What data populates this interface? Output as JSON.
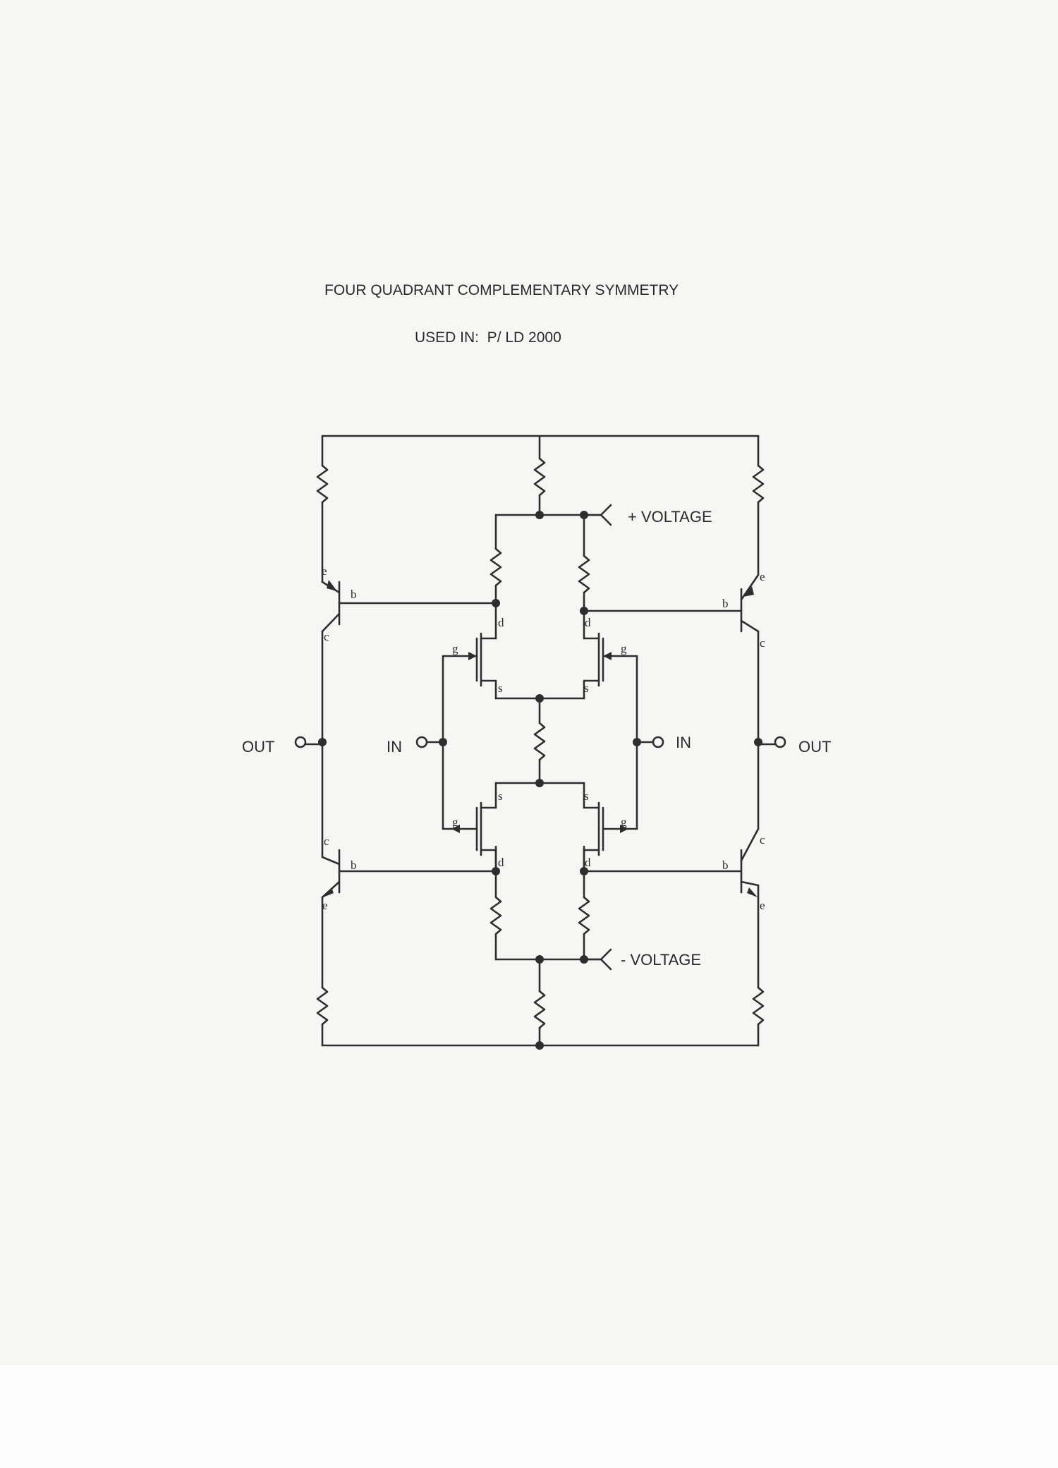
{
  "document": {
    "title": "FOUR QUADRANT COMPLEMENTARY SYMMETRY",
    "used_in": "USED IN:  P/ LD 2000"
  },
  "schematic": {
    "labels": {
      "pos_voltage": "+ VOLTAGE",
      "neg_voltage": "- VOLTAGE",
      "in_left": "IN",
      "in_right": "IN",
      "out_left": "OUT",
      "out_right": "OUT"
    },
    "pins": {
      "emitter": "e",
      "base": "b",
      "collector": "c",
      "drain": "d",
      "gate": "g",
      "source": "s"
    }
  }
}
